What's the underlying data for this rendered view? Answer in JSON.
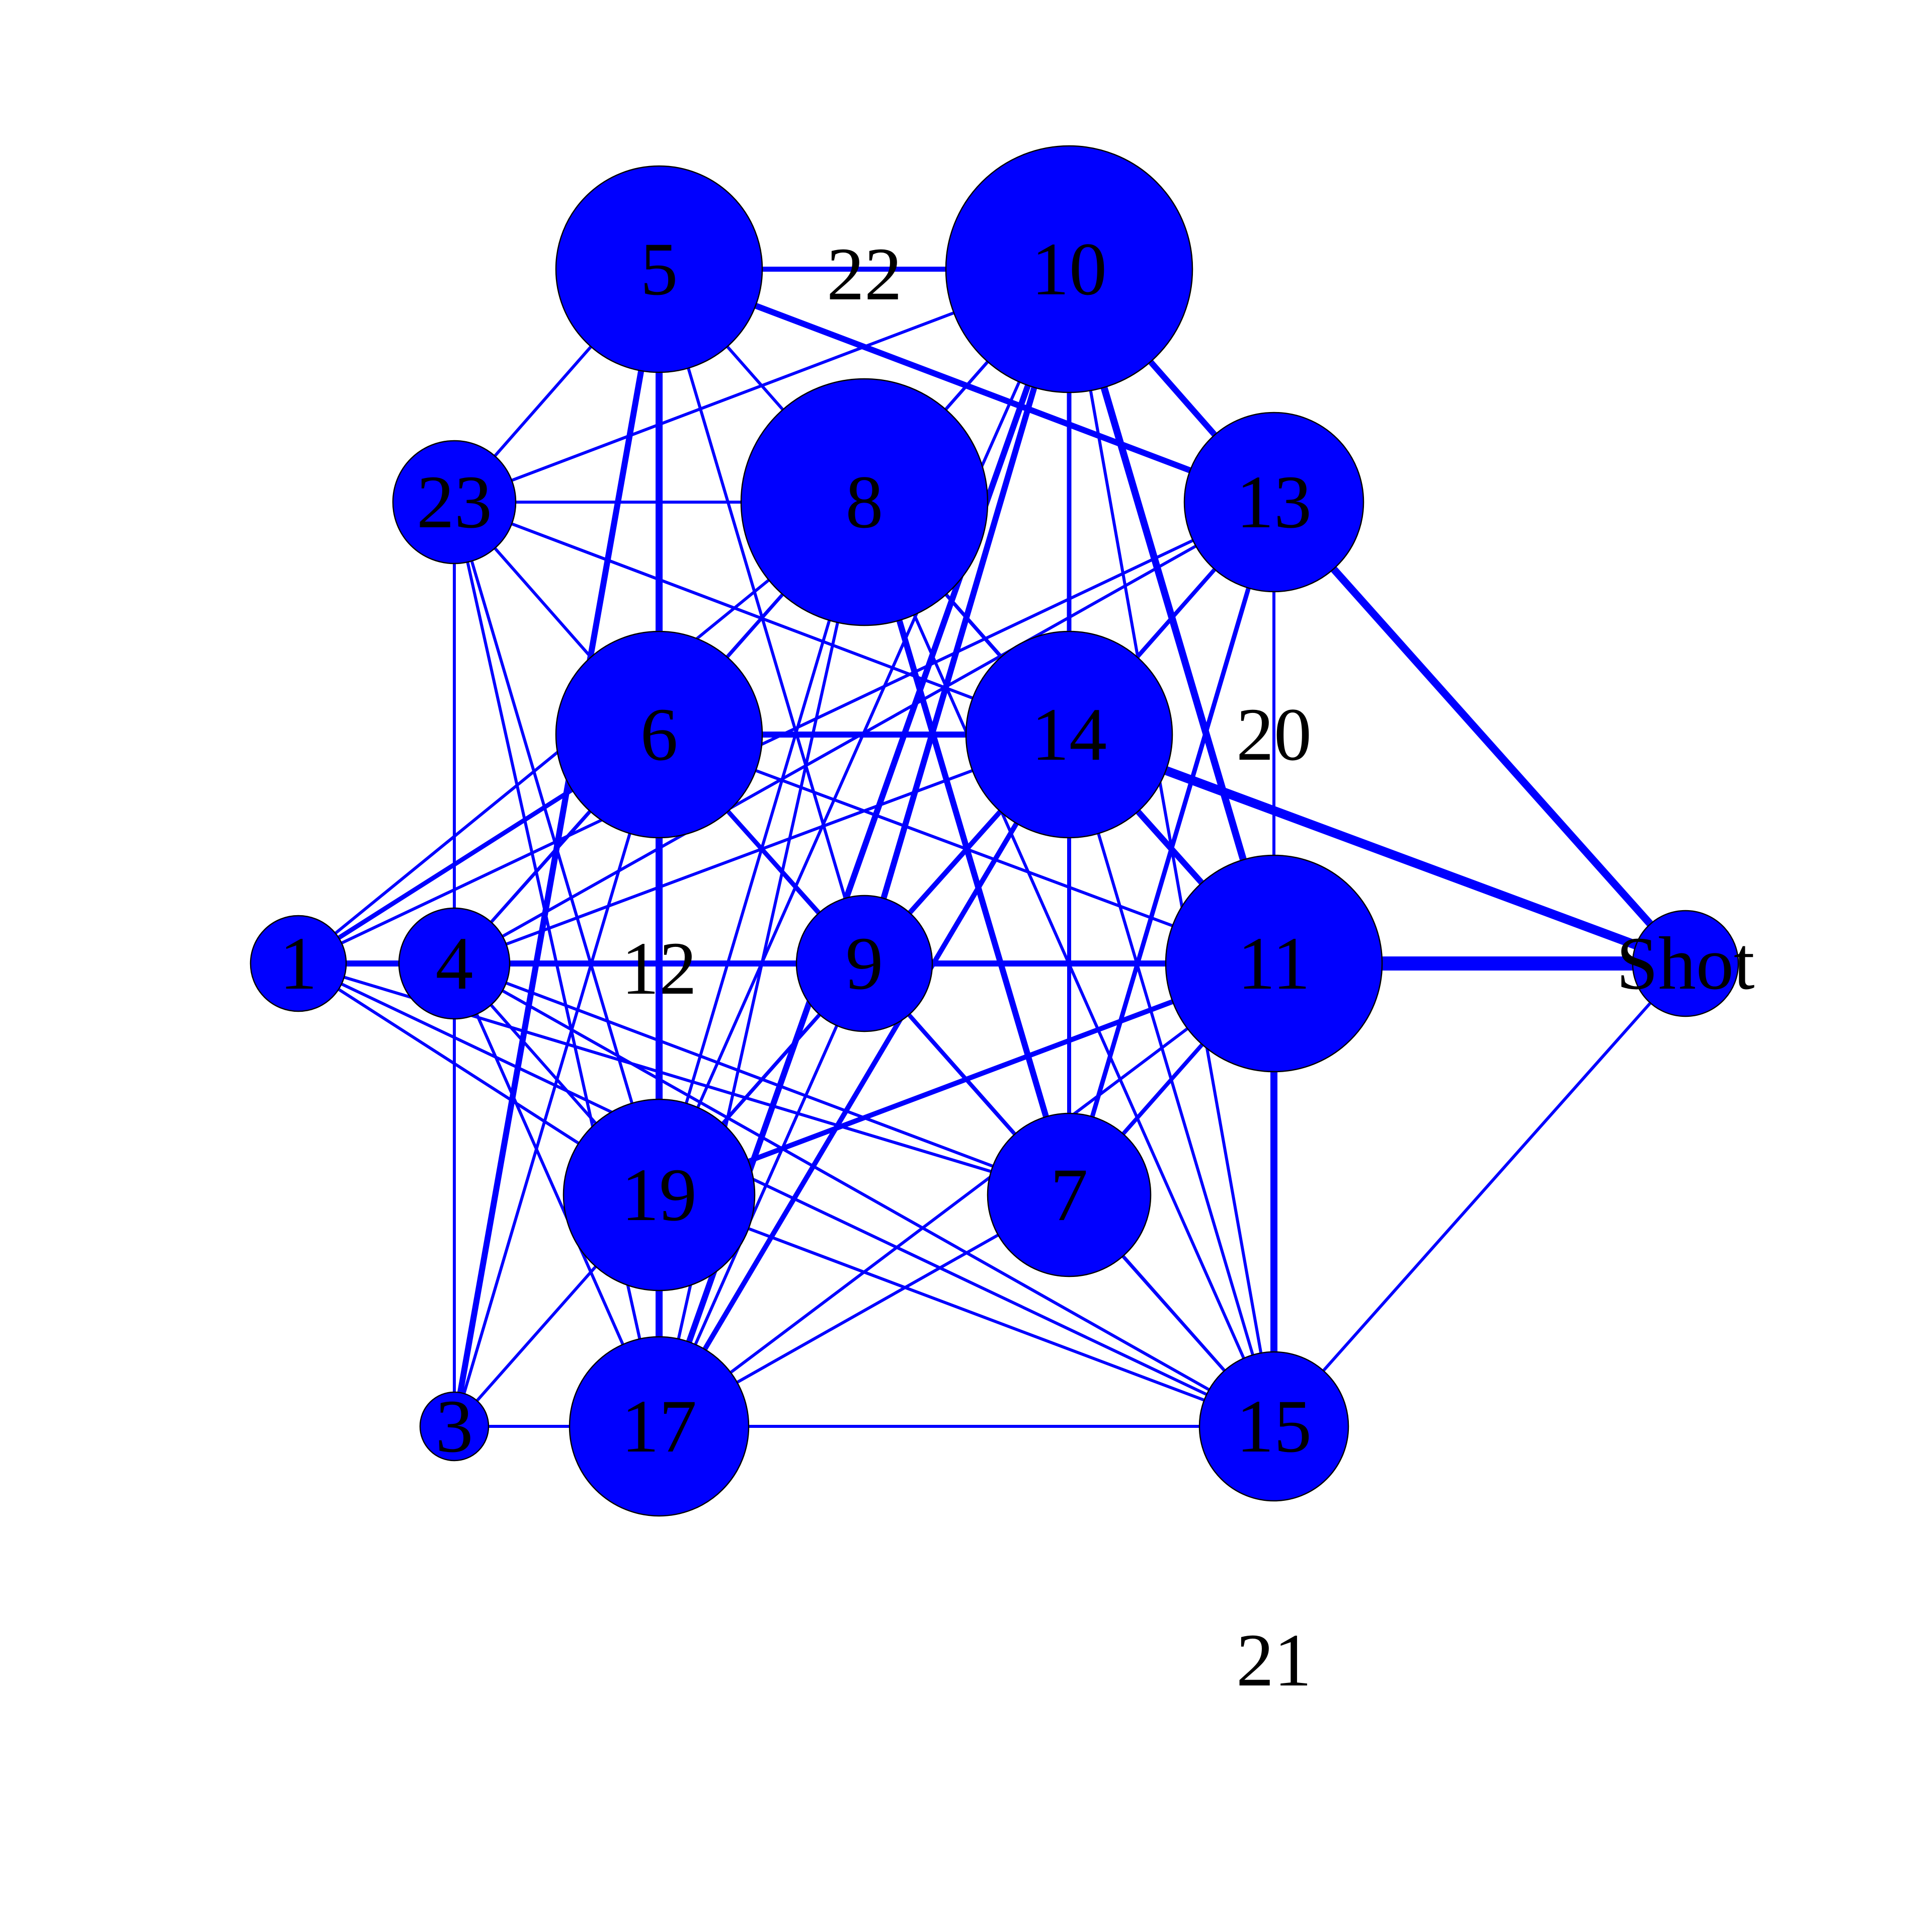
{
  "colors": {
    "edge": "#0000ff",
    "node_fill": "#0000ff",
    "node_stroke": "#000000",
    "label": "#000000",
    "background": "#ffffff"
  },
  "nodes": [
    {
      "id": "5",
      "label": "5"
    },
    {
      "id": "10",
      "label": "10"
    },
    {
      "id": "22",
      "label": "22"
    },
    {
      "id": "23",
      "label": "23"
    },
    {
      "id": "8",
      "label": "8"
    },
    {
      "id": "13",
      "label": "13"
    },
    {
      "id": "6",
      "label": "6"
    },
    {
      "id": "14",
      "label": "14"
    },
    {
      "id": "20",
      "label": "20"
    },
    {
      "id": "1",
      "label": "1"
    },
    {
      "id": "4",
      "label": "4"
    },
    {
      "id": "12",
      "label": "12"
    },
    {
      "id": "9",
      "label": "9"
    },
    {
      "id": "11",
      "label": "11"
    },
    {
      "id": "Shot",
      "label": "Shot"
    },
    {
      "id": "19",
      "label": "19"
    },
    {
      "id": "7",
      "label": "7"
    },
    {
      "id": "3",
      "label": "3"
    },
    {
      "id": "17",
      "label": "17"
    },
    {
      "id": "15",
      "label": "15"
    },
    {
      "id": "21",
      "label": "21"
    }
  ],
  "edges": [
    [
      "11",
      "Shot"
    ],
    [
      "14",
      "Shot"
    ],
    [
      "13",
      "Shot"
    ],
    [
      "15",
      "Shot"
    ],
    [
      "5",
      "10"
    ],
    [
      "5",
      "6"
    ],
    [
      "5",
      "13"
    ],
    [
      "5",
      "14"
    ],
    [
      "5",
      "9"
    ],
    [
      "5",
      "23"
    ],
    [
      "5",
      "19"
    ],
    [
      "5",
      "3"
    ],
    [
      "10",
      "13"
    ],
    [
      "10",
      "11"
    ],
    [
      "10",
      "14"
    ],
    [
      "10",
      "17"
    ],
    [
      "10",
      "9"
    ],
    [
      "10",
      "15"
    ],
    [
      "10",
      "23"
    ],
    [
      "10",
      "6"
    ],
    [
      "10",
      "19"
    ],
    [
      "10",
      "7"
    ],
    [
      "10",
      "8"
    ],
    [
      "23",
      "8"
    ],
    [
      "23",
      "6"
    ],
    [
      "23",
      "14"
    ],
    [
      "23",
      "3"
    ],
    [
      "23",
      "19"
    ],
    [
      "23",
      "17"
    ],
    [
      "8",
      "7"
    ],
    [
      "8",
      "19"
    ],
    [
      "8",
      "17"
    ],
    [
      "8",
      "6"
    ],
    [
      "8",
      "1"
    ],
    [
      "8",
      "4"
    ],
    [
      "8",
      "15"
    ],
    [
      "8",
      "11"
    ],
    [
      "13",
      "11"
    ],
    [
      "13",
      "7"
    ],
    [
      "13",
      "19"
    ],
    [
      "13",
      "14"
    ],
    [
      "13",
      "1"
    ],
    [
      "13",
      "4"
    ],
    [
      "6",
      "14"
    ],
    [
      "6",
      "9"
    ],
    [
      "6",
      "17"
    ],
    [
      "6",
      "1"
    ],
    [
      "6",
      "4"
    ],
    [
      "6",
      "3"
    ],
    [
      "6",
      "11"
    ],
    [
      "6",
      "15"
    ],
    [
      "6",
      "7"
    ],
    [
      "6",
      "19"
    ],
    [
      "14",
      "9"
    ],
    [
      "14",
      "11"
    ],
    [
      "14",
      "7"
    ],
    [
      "14",
      "17"
    ],
    [
      "14",
      "19"
    ],
    [
      "14",
      "4"
    ],
    [
      "14",
      "15"
    ],
    [
      "1",
      "4"
    ],
    [
      "1",
      "19"
    ],
    [
      "1",
      "7"
    ],
    [
      "1",
      "15"
    ],
    [
      "4",
      "9"
    ],
    [
      "4",
      "3"
    ],
    [
      "4",
      "7"
    ],
    [
      "4",
      "15"
    ],
    [
      "4",
      "17"
    ],
    [
      "4",
      "19"
    ],
    [
      "9",
      "11"
    ],
    [
      "9",
      "17"
    ],
    [
      "9",
      "7"
    ],
    [
      "9",
      "19"
    ],
    [
      "11",
      "7"
    ],
    [
      "11",
      "19"
    ],
    [
      "11",
      "15"
    ],
    [
      "11",
      "17"
    ],
    [
      "19",
      "17"
    ],
    [
      "19",
      "15"
    ],
    [
      "19",
      "3"
    ],
    [
      "7",
      "17"
    ],
    [
      "7",
      "15"
    ],
    [
      "17",
      "15"
    ],
    [
      "17",
      "3"
    ]
  ]
}
